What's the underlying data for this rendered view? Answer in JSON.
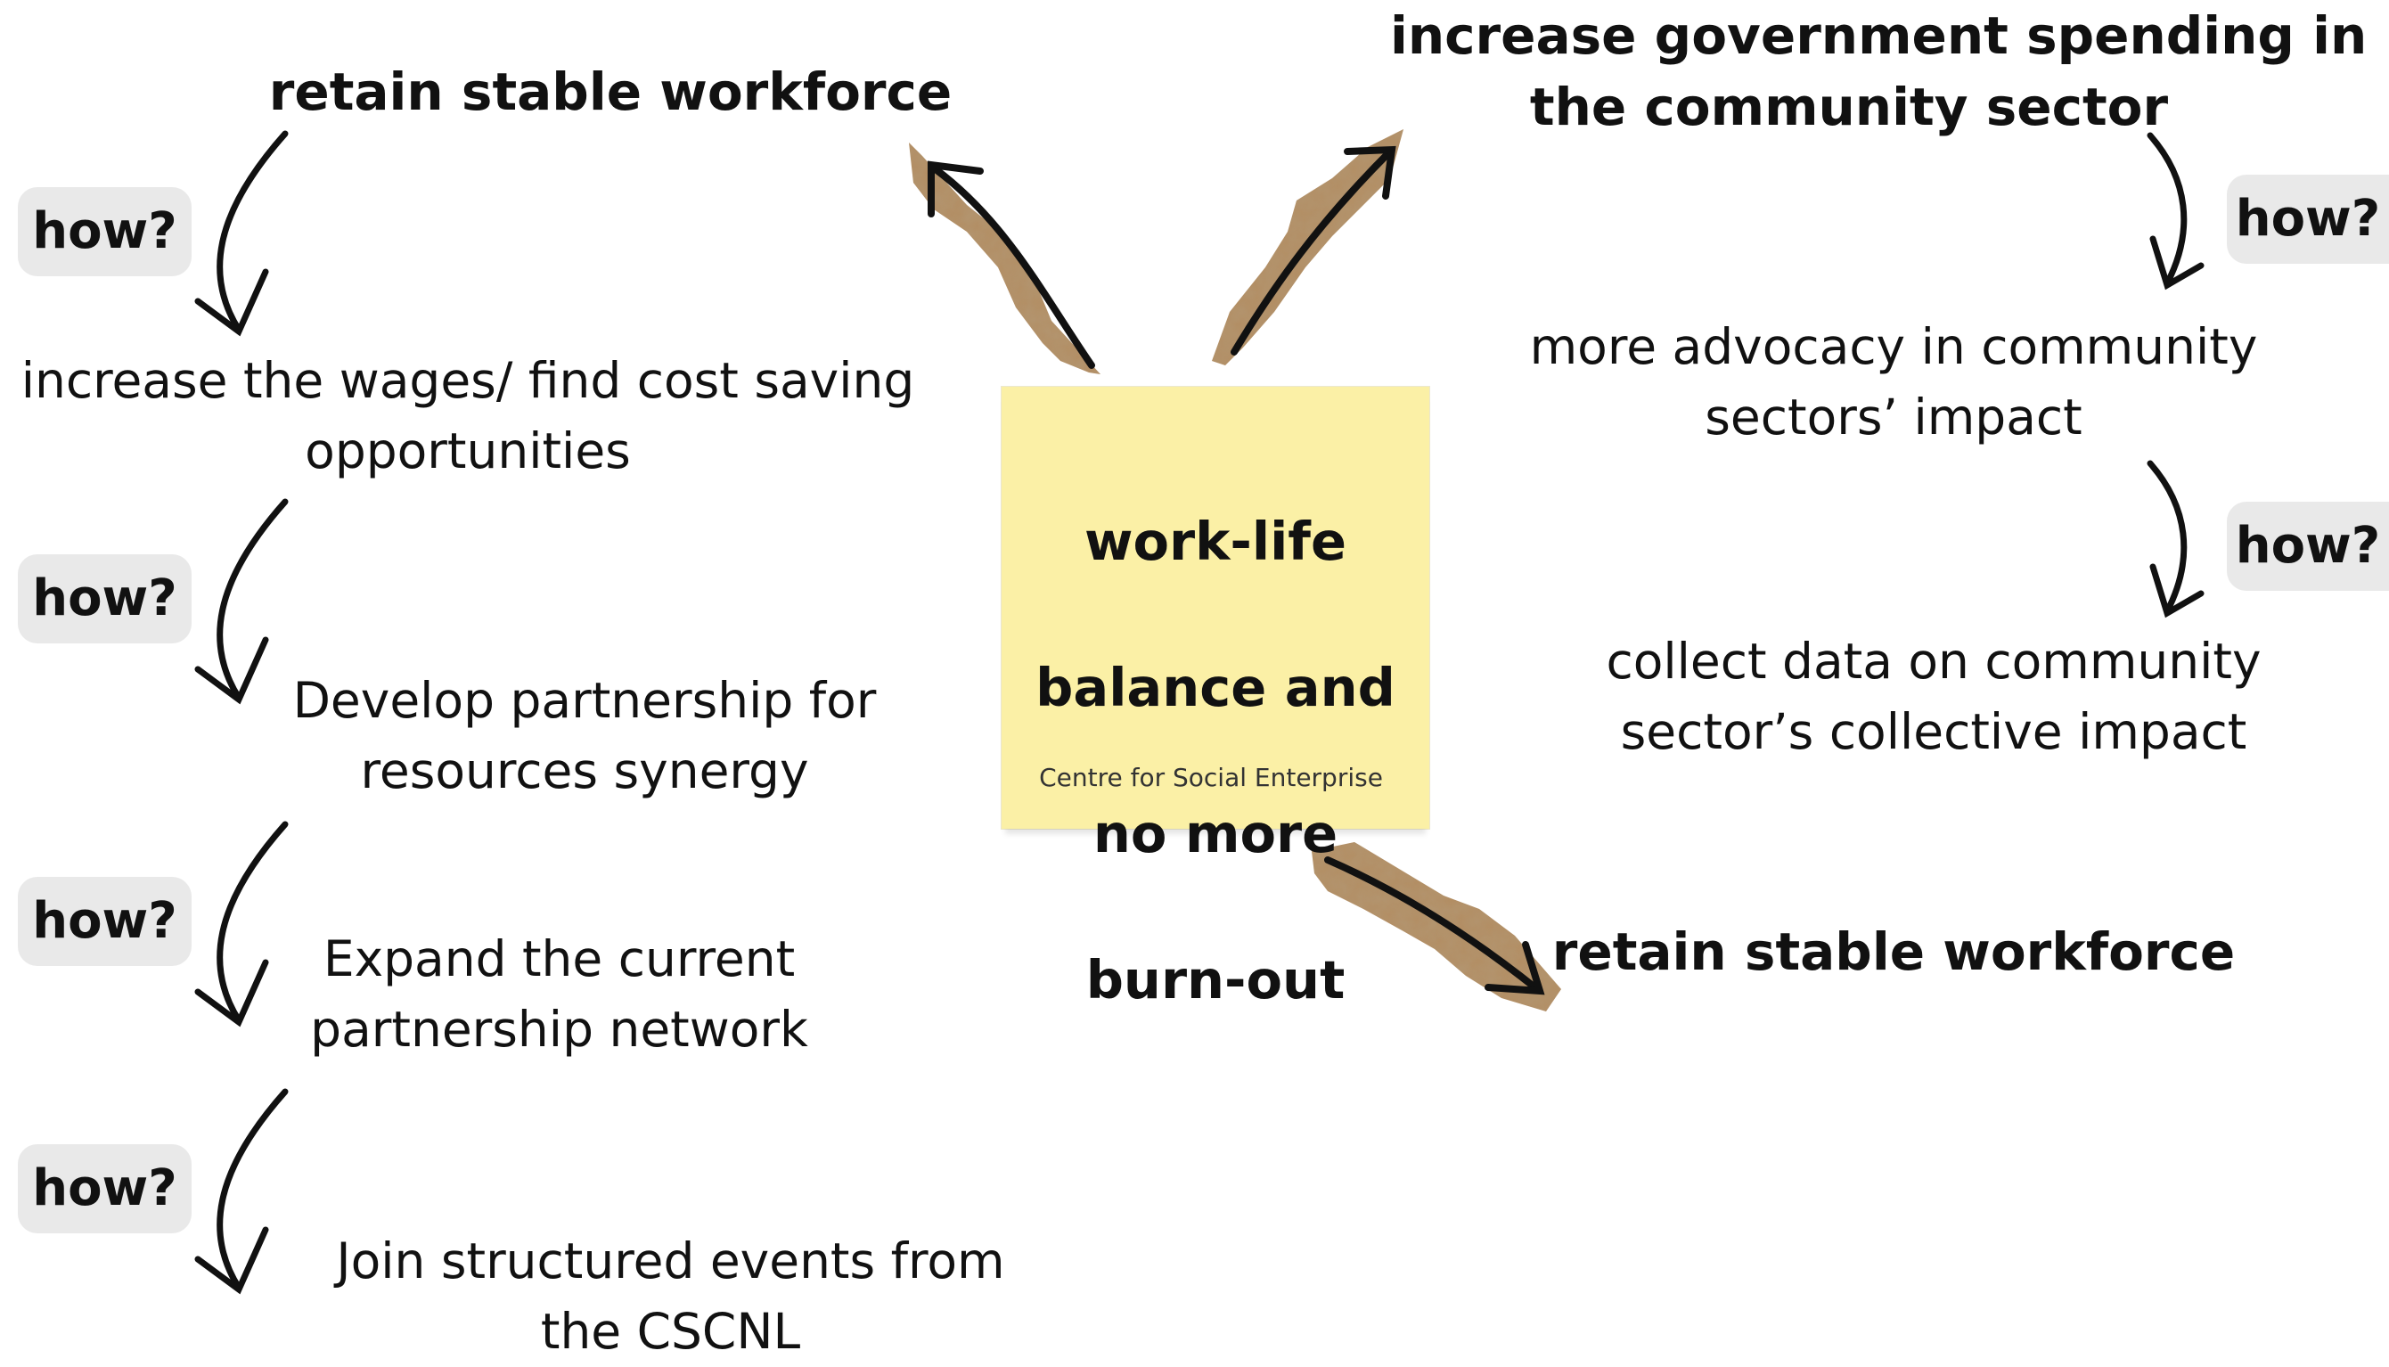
{
  "center_note": {
    "title_lines": [
      "work-life",
      "balance and",
      "no more",
      "burn-out"
    ],
    "footer": "Centre for Social Enterprise"
  },
  "left_branch": {
    "heading": "retain stable workforce",
    "how_labels": [
      "how?",
      "how?",
      "how?",
      "how?"
    ],
    "steps": [
      {
        "lines": [
          "increase the wages/ find cost saving",
          "opportunities"
        ]
      },
      {
        "lines": [
          "Develop partnership for",
          "resources synergy"
        ]
      },
      {
        "lines": [
          "Expand the current",
          "partnership network"
        ]
      },
      {
        "lines": [
          "Join structured events from",
          "the CSCNL"
        ]
      }
    ]
  },
  "right_branch": {
    "heading_lines": [
      "increase government spending in",
      "the community sector"
    ],
    "how_labels": [
      "how?",
      "how?"
    ],
    "steps": [
      {
        "lines": [
          "more advocacy in community",
          "sectors’ impact"
        ]
      },
      {
        "lines": [
          "collect data on community",
          "sector’s collective impact"
        ]
      }
    ]
  },
  "bottom_branch": {
    "heading": "retain stable workforce"
  },
  "colors": {
    "note_fill": "#fbf0a6",
    "how_pill": "#e9e9e9",
    "paper_arrow": "#b38d62",
    "ink": "#111111"
  },
  "icons": {
    "paper_arrow": "torn-paper-arrow-icon",
    "curved_arrow": "hand-drawn-curved-arrow-icon"
  }
}
